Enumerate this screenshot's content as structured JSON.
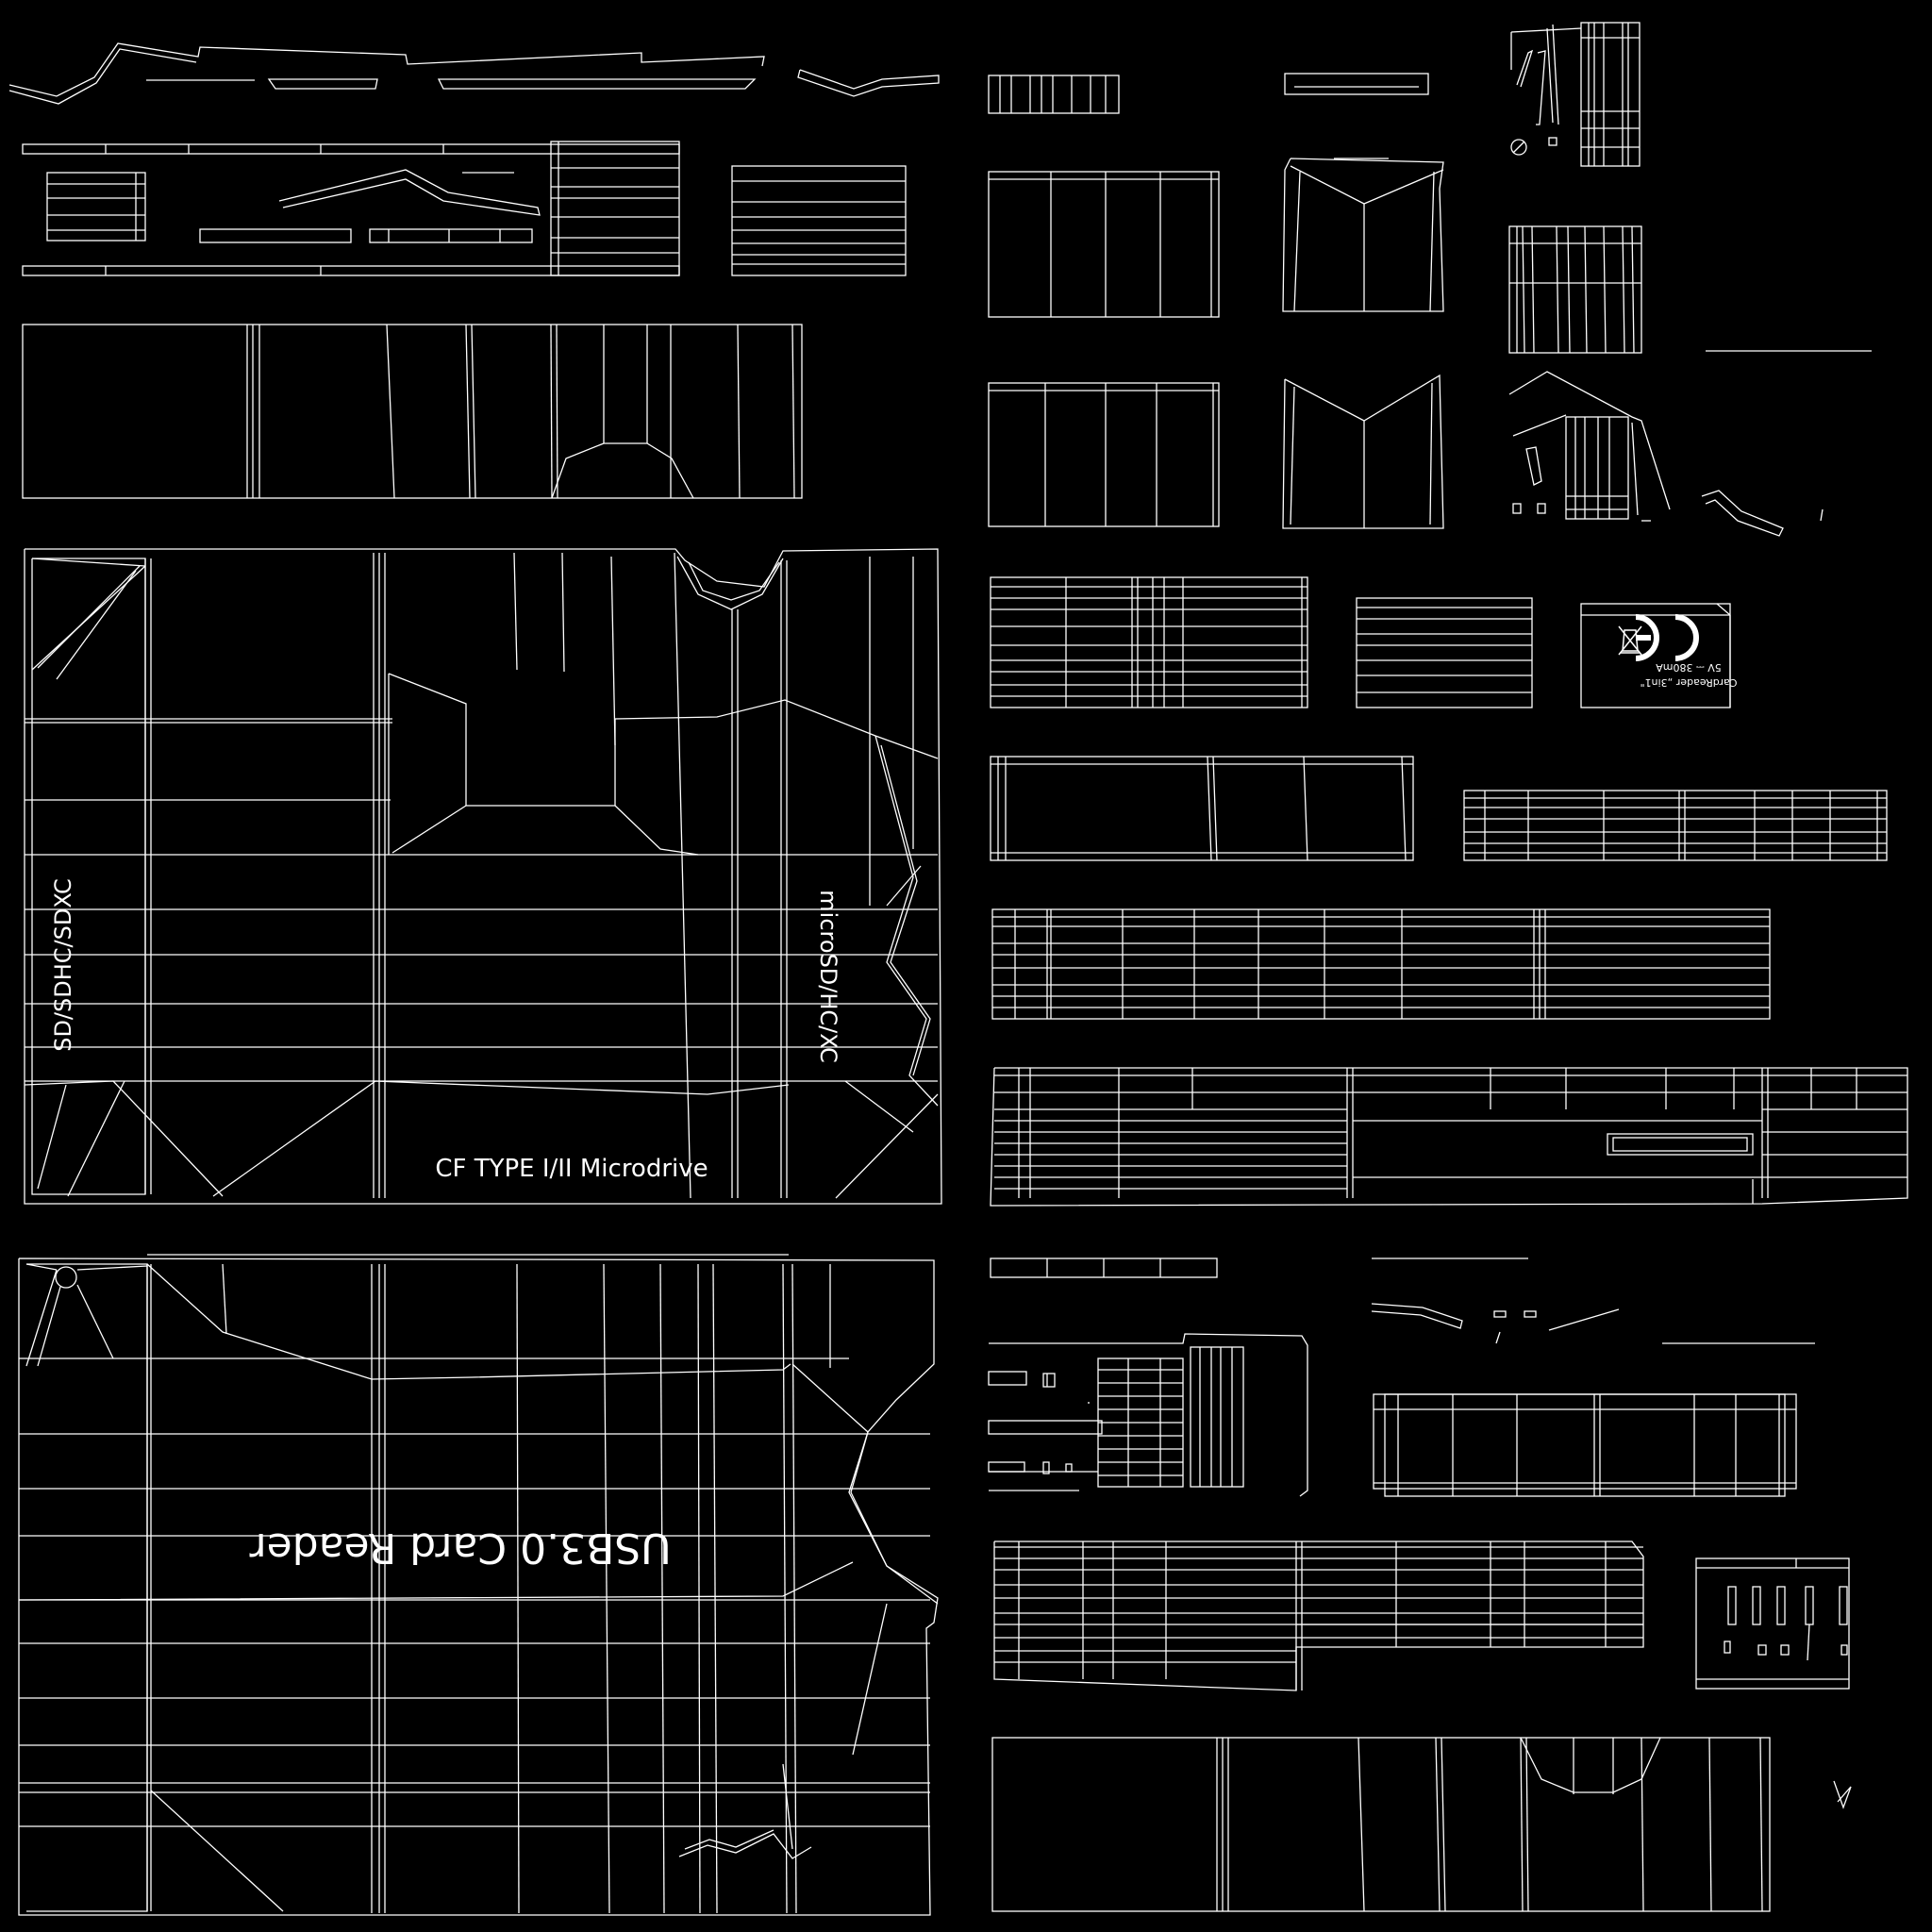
{
  "labels": {
    "sd_slot": "SD/SDHC/SDXC",
    "microsd_slot": "microSD/HC/XC",
    "cf_slot": "CF TYPE I/II Microdrive",
    "usb_title": "USB3.0 Card Reader",
    "sticker_title": "CardReader „3in1\"",
    "sticker_current": "5V ⎓ 380mA"
  },
  "colors": {
    "background": "#000000",
    "wire": "#ffffff"
  }
}
